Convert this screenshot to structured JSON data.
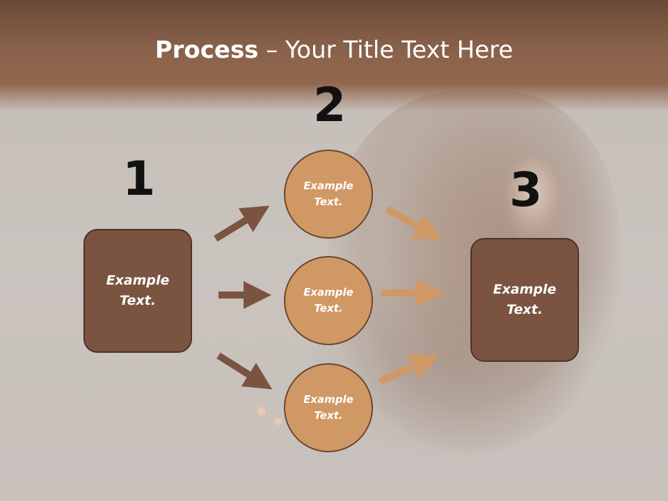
{
  "title": {
    "bold": "Process",
    "rest": " – Your Title Text Here"
  },
  "steps": [
    {
      "number": "1",
      "label": "Example Text."
    },
    {
      "number": "2",
      "label": "Example Text."
    },
    {
      "number": "3",
      "label": "Example Text."
    }
  ],
  "circles": [
    {
      "label": "Example Text."
    },
    {
      "label": "Example Text."
    },
    {
      "label": "Example Text."
    }
  ],
  "colors": {
    "header": "#8a624b",
    "box": "#7a5441",
    "circle": "#d09865",
    "arrow_dark": "#7a5441",
    "arrow_light": "#d09865"
  }
}
